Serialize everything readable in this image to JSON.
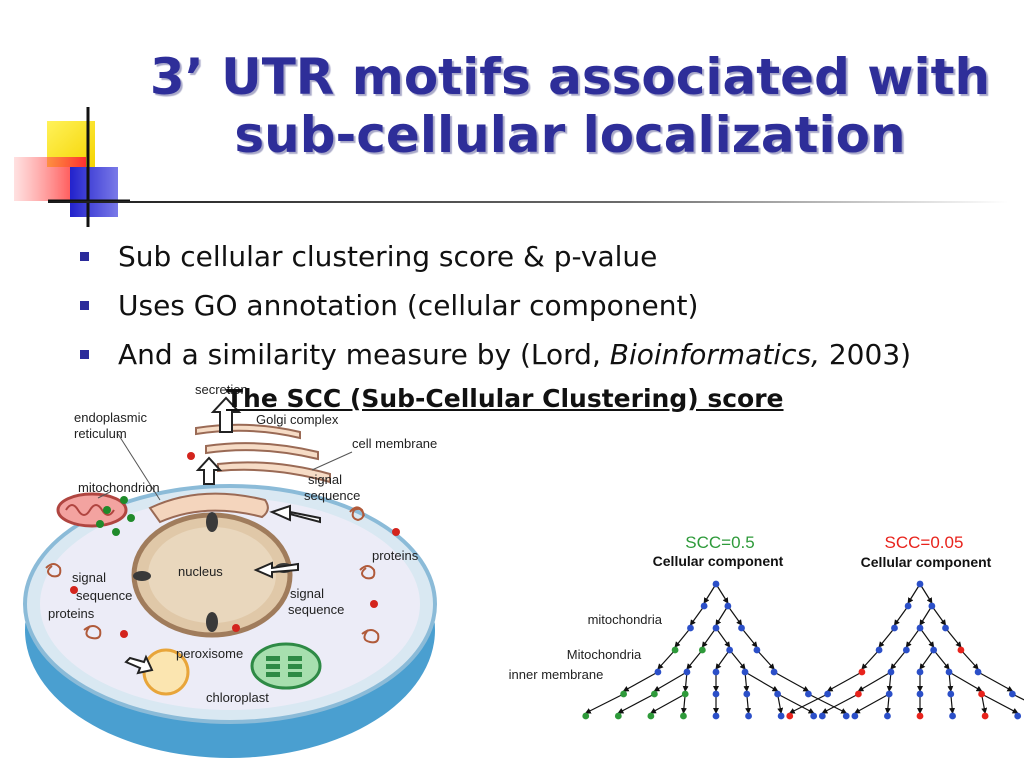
{
  "title": {
    "line1": "3’ UTR motifs associated with",
    "line2": "sub-cellular localization"
  },
  "bullets": {
    "b1": "Sub cellular clustering score & p-value",
    "b2": "Uses GO annotation (cellular component)",
    "b3_pre": "And a similarity measure by (Lord, ",
    "b3_ital": "Bioinformatics,",
    "b3_post": " 2003)"
  },
  "scc_heading": "The SCC (Sub-Cellular Clustering) score",
  "cell_labels": {
    "secretion": "secretion",
    "golgi": "Golgi complex",
    "er1": "endoplasmic",
    "er2": "reticulum",
    "cell_membrane": "cell membrane",
    "mitochondrion": "mitochondrion",
    "signal_seq_r1": "signal",
    "signal_seq_r2": "sequence",
    "proteins_right": "proteins",
    "nucleus": "nucleus",
    "signal_seq_m1": "signal",
    "signal_seq_m2": "sequence",
    "signal_seq_l1": "signal",
    "signal_seq_l2": "sequence",
    "proteins_left": "proteins",
    "peroxisome": "peroxisome",
    "chloroplast": "chloroplast"
  },
  "tree_left": {
    "score": "SCC=0.5",
    "subtitle": "Cellular component",
    "label_mito": "mitochondria",
    "label_inner1": "Mitochondria",
    "label_inner2": "inner membrane",
    "highlight_color": "#2e9a3a"
  },
  "tree_right": {
    "score": "SCC=0.05",
    "subtitle": "Cellular component",
    "highlight_color": "#e8231c"
  },
  "colors": {
    "title": "#2e2e99",
    "node_blue": "#2b4fc8"
  }
}
